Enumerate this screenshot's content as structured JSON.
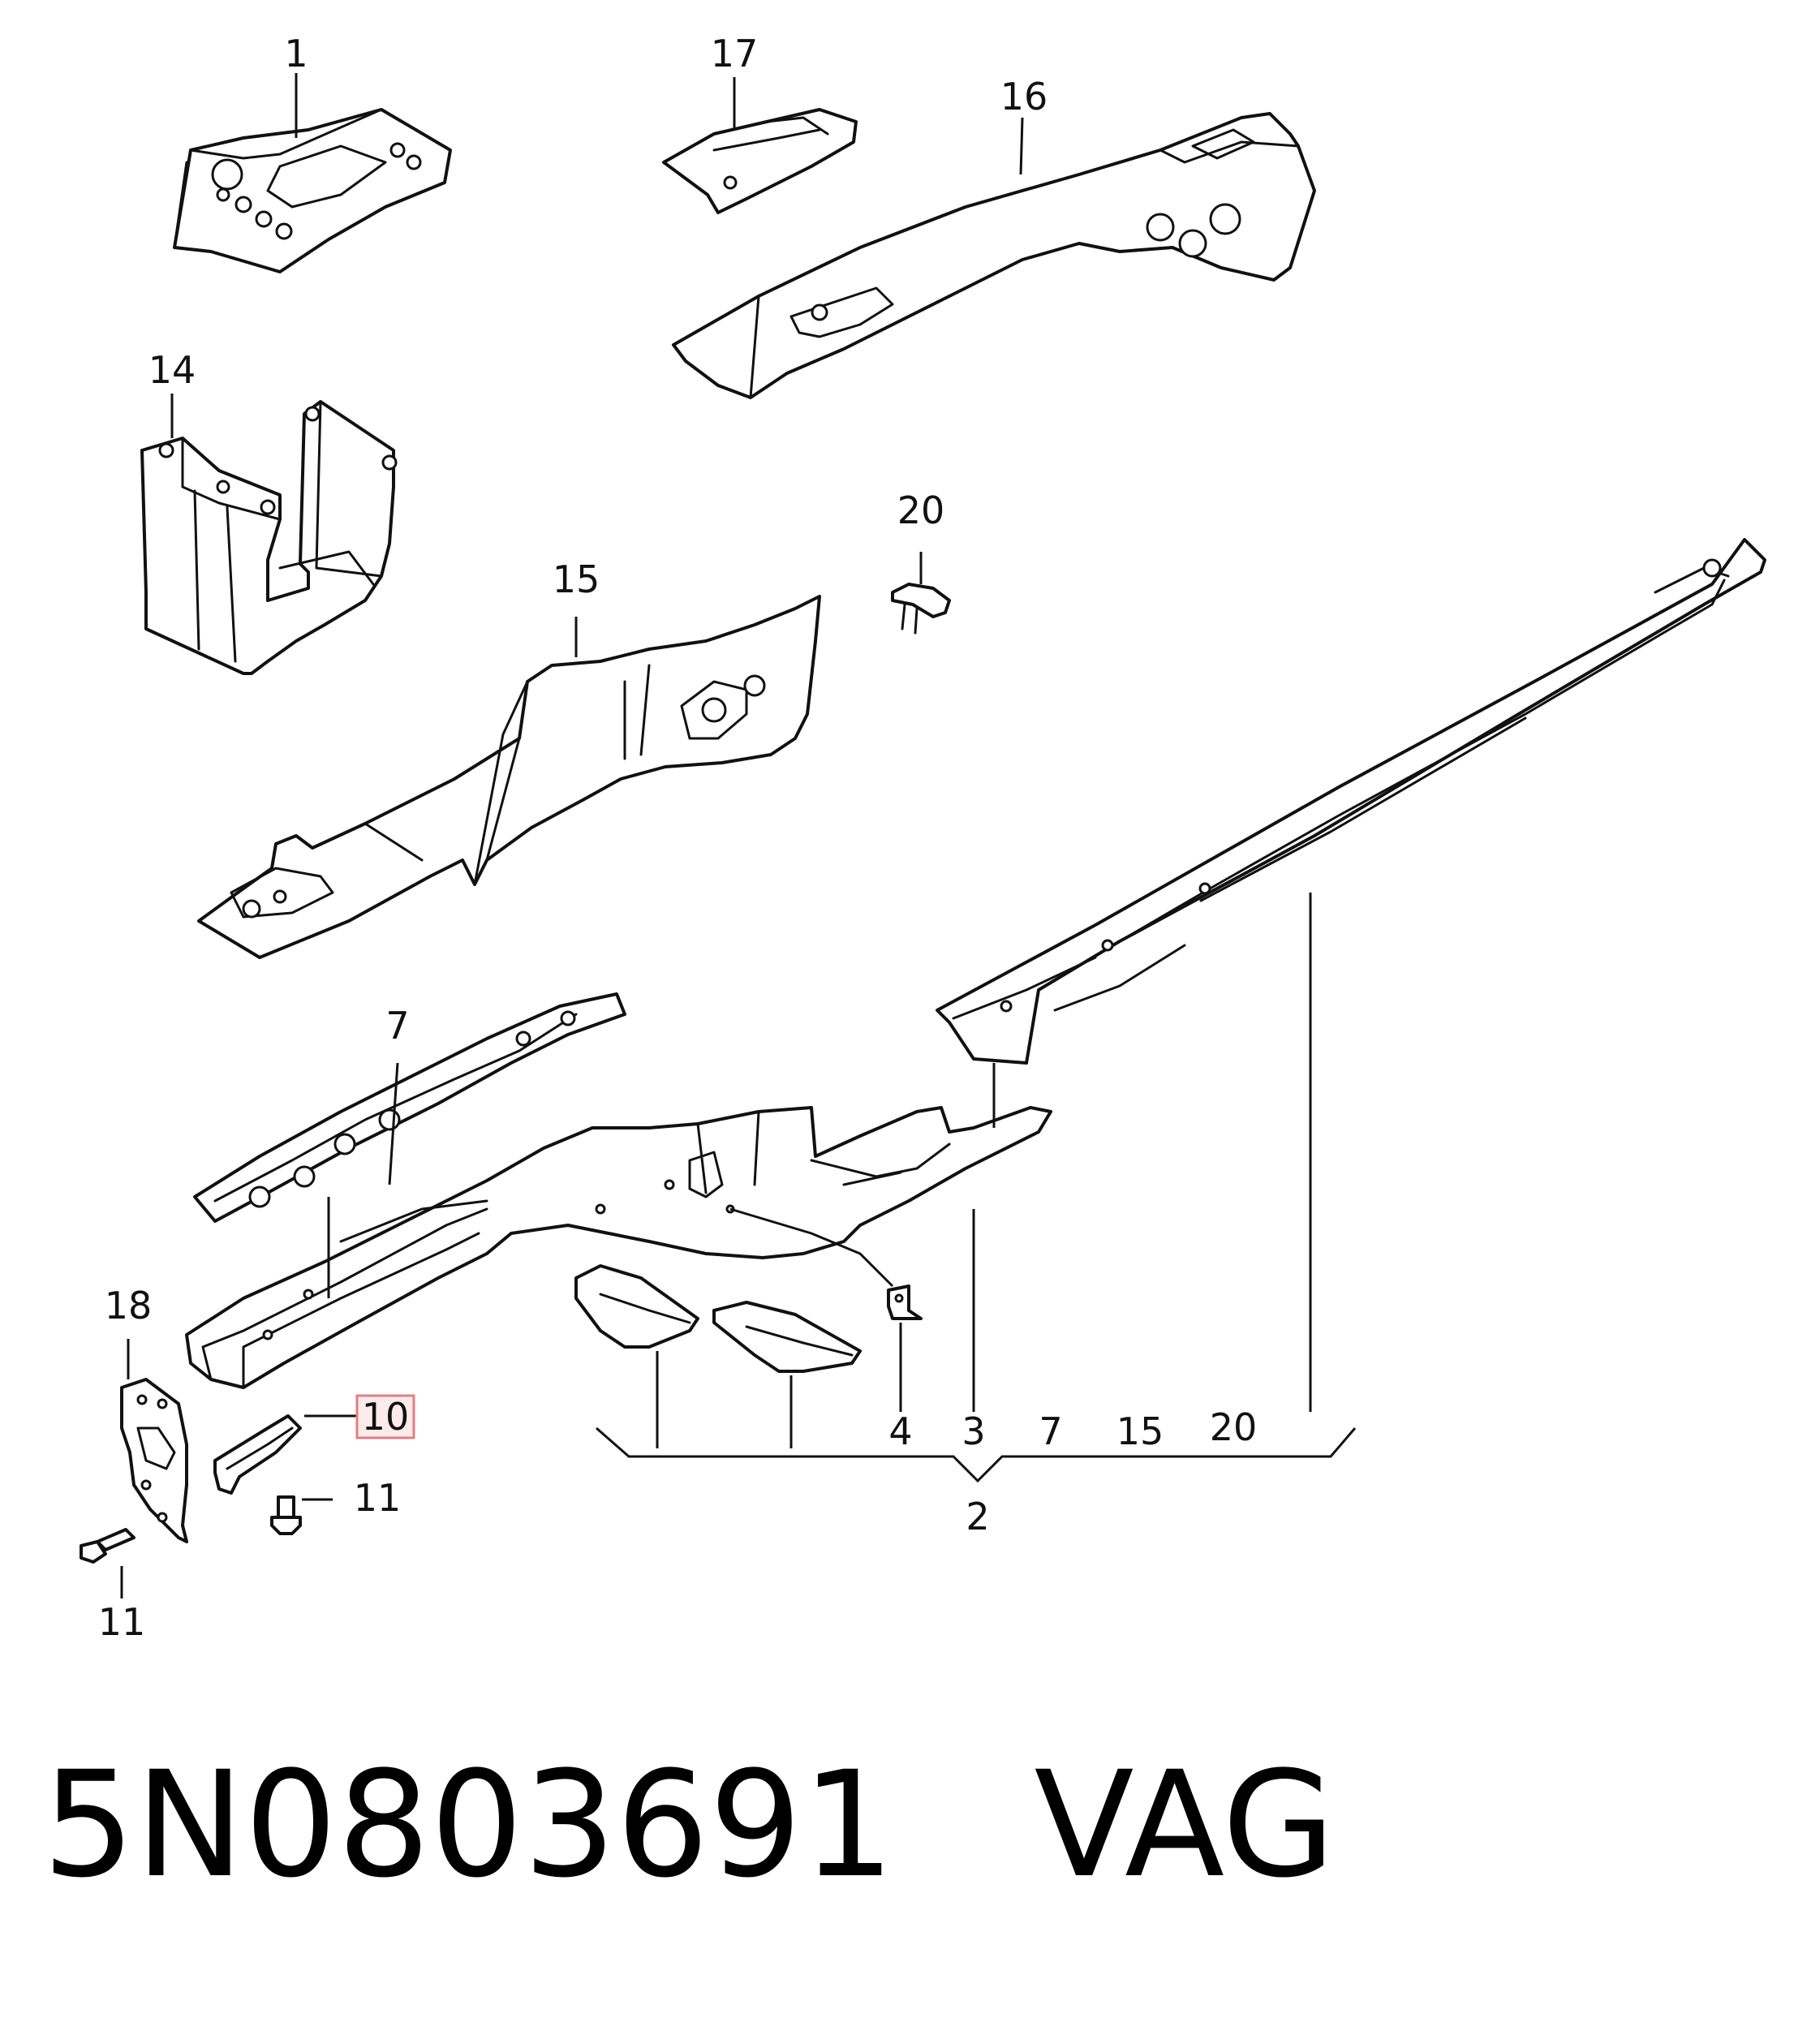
{
  "caption": {
    "part_number": "5N0803691",
    "maker": "VAG"
  },
  "callouts": {
    "c1": "1",
    "c17": "17",
    "c16": "16",
    "c14": "14",
    "c20": "20",
    "c15": "15",
    "c7": "7",
    "c18": "18",
    "c10": "10",
    "c11a": "11",
    "c11b": "11",
    "c4": "4",
    "c3": "3",
    "c7b": "7",
    "c15b": "15",
    "c20b": "20",
    "c2": "2"
  },
  "colors": {
    "line": "#111111",
    "highlight_fill": "#fdeaea",
    "highlight_stroke": "#e08080"
  }
}
